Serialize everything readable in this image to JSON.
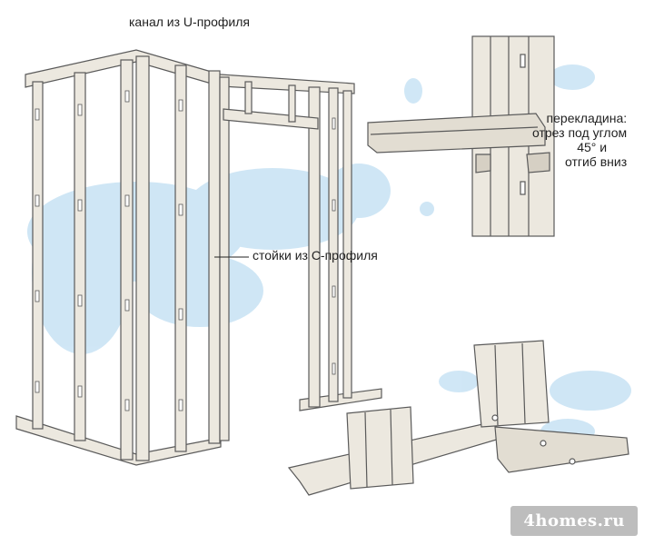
{
  "labels": {
    "u_channel": "канал из U-профиля",
    "c_studs": "стойки из С-профиля",
    "beam_line1": "перекладина:",
    "beam_line2": "отрез под углом",
    "beam_line3": "45° и",
    "beam_line4": "отгиб вниз"
  },
  "watermark": "4homes.ru",
  "colors": {
    "stroke": "#5a5a5a",
    "metal": "#ece8df",
    "metal_shade": "#d6d0c4",
    "blue_wash": "#a9d3ee",
    "watermark_bg": "#bdbdbd"
  }
}
